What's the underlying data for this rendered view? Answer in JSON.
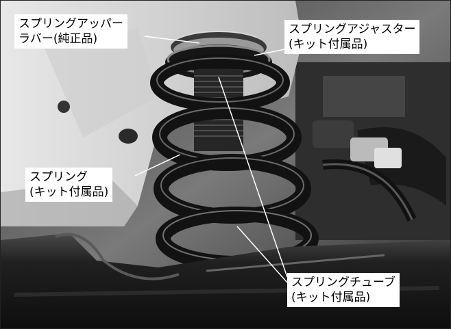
{
  "photo": {
    "colors": {
      "background": "#6e6e6e",
      "panel": "#d8d8d8",
      "spring": "#141414",
      "spring_highlight": "#9a9a9a",
      "arm": "#1c1c1c",
      "label_bg": "#ffffff",
      "leader": "#ffffff"
    }
  },
  "callouts": {
    "upper_rubber": {
      "line1": "スプリングアッパー",
      "line2": "ラバー(純正品)"
    },
    "adjuster": {
      "line1": "スプリングアジャスター",
      "line2": "(キット付属品)"
    },
    "spring": {
      "line1": "スプリング",
      "line2": "(キット付属品)"
    },
    "tube": {
      "line1": "スプリングチューブ",
      "line2": "(キット付属品)"
    }
  }
}
